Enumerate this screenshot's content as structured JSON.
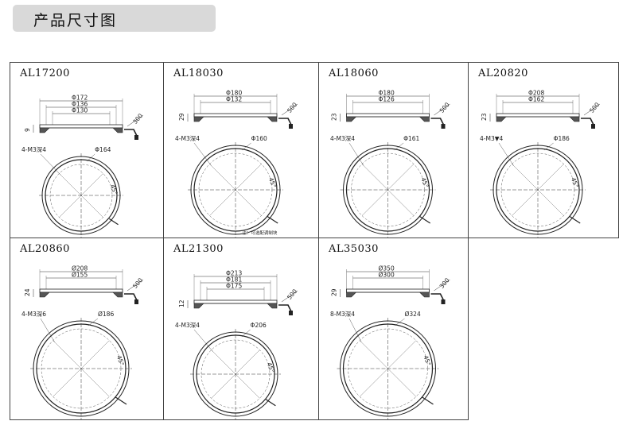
{
  "header": {
    "title": "产品尺寸图"
  },
  "products": [
    {
      "model": "AL17200",
      "height": "9",
      "side": "300",
      "holes": "4-M3深4",
      "outer_pcd": "Φ164",
      "dims": [
        "Φ172",
        "Φ136",
        "Φ130"
      ],
      "note": ""
    },
    {
      "model": "AL18030",
      "height": "29",
      "side": "500",
      "holes": "4-M3深4",
      "outer_pcd": "Φ160",
      "dims": [
        "Φ180",
        "Φ132"
      ],
      "note": "注：可选配调制块"
    },
    {
      "model": "AL18060",
      "height": "23",
      "side": "500",
      "holes": "4-M3深4",
      "outer_pcd": "Φ161",
      "dims": [
        "Φ180",
        "Φ126"
      ],
      "note": ""
    },
    {
      "model": "AL20820",
      "height": "23",
      "side": "500",
      "holes": "4-M3▼4",
      "outer_pcd": "Φ186",
      "dims": [
        "Φ208",
        "Φ162"
      ],
      "note": ""
    },
    {
      "model": "AL20860",
      "height": "24",
      "side": "500",
      "holes": "4-M3深6",
      "outer_pcd": "Ø186",
      "dims": [
        "Ø208",
        "Ø155"
      ],
      "note": ""
    },
    {
      "model": "AL21300",
      "height": "12",
      "side": "500",
      "holes": "4-M3深4",
      "outer_pcd": "Φ206",
      "dims": [
        "Φ213",
        "Φ181",
        "Φ175"
      ],
      "note": ""
    },
    {
      "model": "AL35030",
      "height": "29",
      "side": "300",
      "holes": "8-M3深4",
      "outer_pcd": "Ø324",
      "dims": [
        "Ø350",
        "Ø300"
      ],
      "note": ""
    }
  ],
  "angle_label": "45°"
}
